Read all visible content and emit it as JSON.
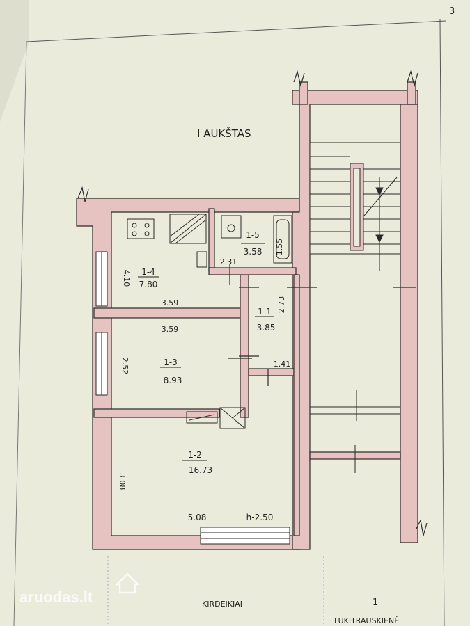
{
  "page_number": "3",
  "floor_title": "I AUKŠTAS",
  "rooms": [
    {
      "id": "1-1",
      "area": "3.85"
    },
    {
      "id": "1-2",
      "area": "16.73"
    },
    {
      "id": "1-3",
      "area": "8.93"
    },
    {
      "id": "1-4",
      "area": "7.80"
    },
    {
      "id": "1-5",
      "area": "3.58"
    }
  ],
  "dimensions": {
    "d_4_10": "4.10",
    "d_3_59_a": "3.59",
    "d_3_59_b": "3.59",
    "d_2_52": "2.52",
    "d_3_08": "3.08",
    "d_5_08": "5.08",
    "d_2_73": "2.73",
    "d_1_41": "1.41",
    "d_2_31": "2.31",
    "d_1_55": "1.55",
    "ceiling": "h-2.50"
  },
  "footer": {
    "left_text": "KIRDEIKIAI",
    "right_number": "1",
    "bottom_text": "LUKITRAUSKIENĖ"
  },
  "watermark": "aruodas.lt",
  "colors": {
    "paper": "#ebebdc",
    "wall": "#e6c3c0",
    "line": "#2a2a2a"
  }
}
